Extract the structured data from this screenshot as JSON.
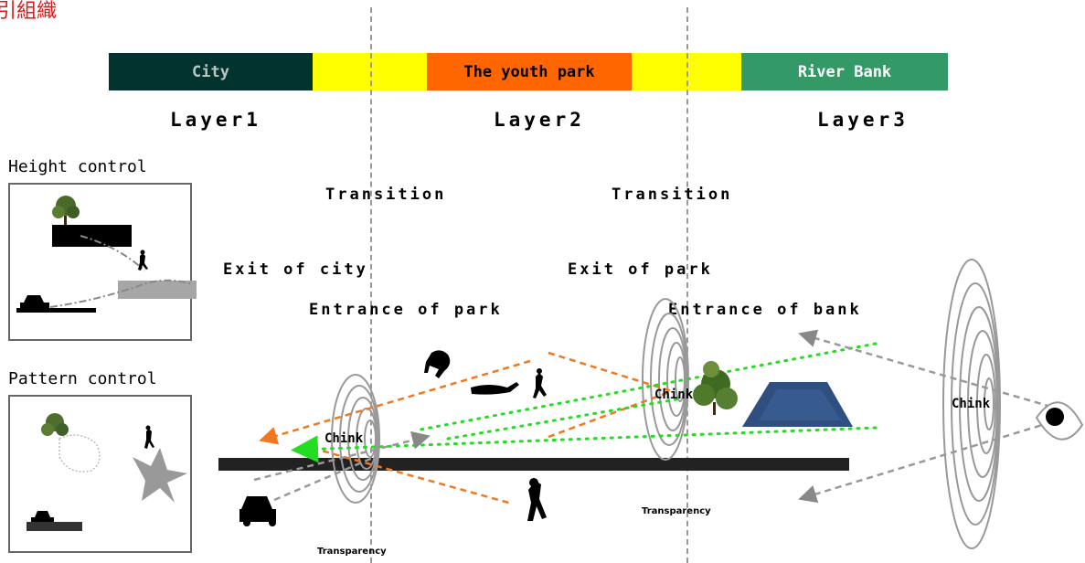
{
  "corner_mark": "引組織",
  "bar": {
    "segments": [
      {
        "label": "City",
        "color": "#02332e",
        "text_color": "#b8c7c4"
      },
      {
        "label": "",
        "color": "#ffff00"
      },
      {
        "label": "The youth park",
        "color": "#ff6600",
        "text_color": "#000000"
      },
      {
        "label": "",
        "color": "#ffff00"
      },
      {
        "label": "River Bank",
        "color": "#339966",
        "text_color": "#ffffff"
      }
    ]
  },
  "layers": [
    "Layer1",
    "Layer2",
    "Layer3"
  ],
  "labels": {
    "transition_1": "Transition",
    "transition_2": "Transition",
    "exit_city": "Exit of city",
    "exit_park": "Exit of park",
    "entrance_park": "Entrance of park",
    "entrance_bank": "Entrance of bank",
    "chink_1": "Chink",
    "chink_2": "Chink",
    "chink_3": "Chink",
    "transparency_1": "Transparency",
    "transparency_2": "Transparency"
  },
  "side": {
    "height_control": "Height control",
    "pattern_control": "Pattern control"
  },
  "colors": {
    "orange_arrow": "#f07820",
    "green_dots": "#22dd22",
    "gray_arrow": "#999999",
    "rings": "#999999",
    "divider": "#999999"
  }
}
